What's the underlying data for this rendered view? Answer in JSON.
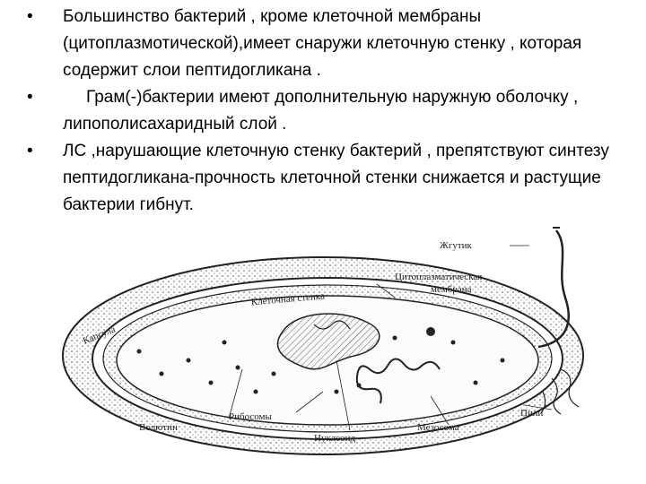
{
  "bullets": [
    {
      "text": "Большинство бактерий , кроме клеточной мембраны (цитоплазмотической),имеет снаружи клеточную стенку , которая содержит слои пептидогликана ."
    },
    {
      "text": "Грам(-)бактерии имеют дополнительную наружную оболочку , липополисахаридный слой ."
    },
    {
      "text": "ЛС ,нарушающие клеточную стенку бактерий , препятствуют синтезу пептидогликана-прочность клеточной стенки снижается и растущие бактерии гибнут."
    }
  ],
  "diagram": {
    "labels": {
      "flagellum": "Жгутик",
      "membrane_line1": "Цитоплазматическая",
      "membrane_line2": "мембрана",
      "cell_wall": "Клеточная стенка",
      "capsule": "Капсула",
      "volutin": "Волютин",
      "ribosomes": "Рибосомы",
      "nucleoid": "Нуклеоид",
      "mesosome": "Мезосома",
      "pili": "Пили"
    }
  }
}
